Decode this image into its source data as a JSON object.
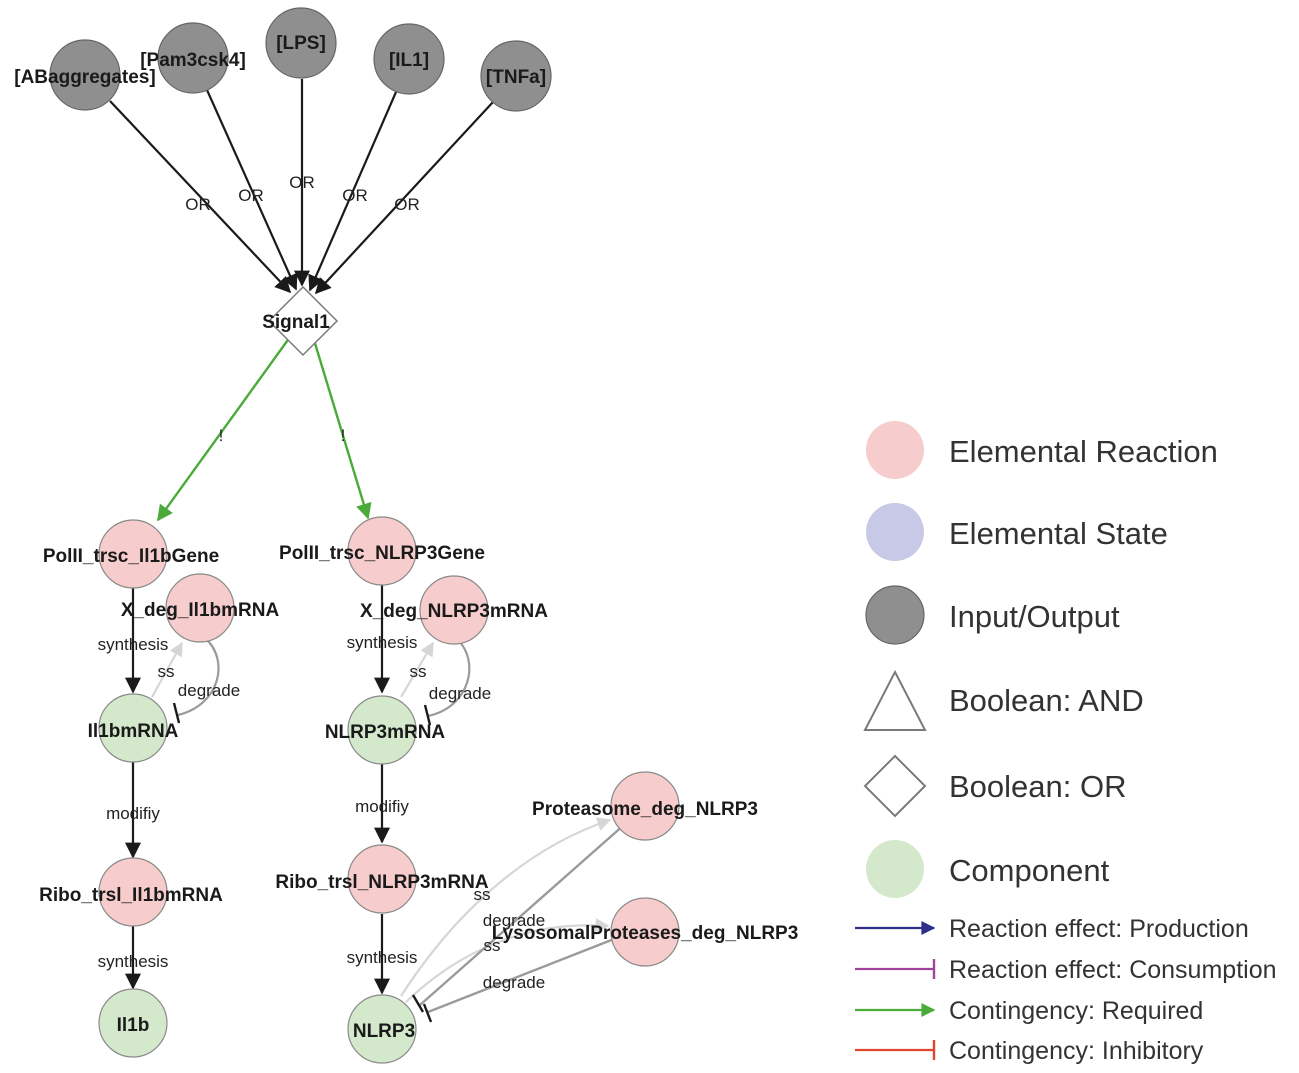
{
  "colors": {
    "elemental_reaction": "#f6cccc",
    "elemental_state": "#c8c9e6",
    "input_output": "#8f8f8f",
    "component": "#d4e8cc",
    "edge_black": "#1a1a1a",
    "edge_gray": "#9a9a9a",
    "edge_light_gray": "#d6d6d6",
    "contingency_required": "#4aab3a",
    "contingency_inhibitory": "#e0452e",
    "consumption": "#a0439a",
    "production": "#2e2e8a"
  },
  "nodes": {
    "ab_aggregates": "[ABaggregates]",
    "pam3csk4": "[Pam3csk4]",
    "lps": "[LPS]",
    "il1": "[IL1]",
    "tnfa": "[TNFa]",
    "signal1": "Signal1",
    "polii_trsc_il1bgene": "PolII_trsc_Il1bGene",
    "polii_trsc_nlrp3gene": "PolII_trsc_NLRP3Gene",
    "x_deg_il1bmrna": "X_deg_Il1bmRNA",
    "x_deg_nlrp3mrna": "X_deg_NLRP3mRNA",
    "il1bmrna": "Il1bmRNA",
    "nlrp3mrna": "NLRP3mRNA",
    "ribo_trsl_il1bmrna": "Ribo_trsl_Il1bmRNA",
    "ribo_trsl_nlrp3mrna": "Ribo_trsl_NLRP3mRNA",
    "il1b": "Il1b",
    "nlrp3": "NLRP3",
    "proteasome_deg_nlrp3": "Proteasome_deg_NLRP3",
    "lysosomalproteases_deg_nlrp3": "LysosomalProteases_deg_NLRP3"
  },
  "edge_labels": {
    "or_1": "OR",
    "or_2": "OR",
    "or_3": "OR",
    "or_4": "OR",
    "or_5": "OR",
    "required_1": "!",
    "required_2": "!",
    "synthesis_il1bmrna": "synthesis",
    "ss_il1b": "ss",
    "degrade_il1b": "degrade",
    "modifiy_il1b": "modifiy",
    "synthesis_il1b": "synthesis",
    "synthesis_nlrp3mrna": "synthesis",
    "ss_nlrp3": "ss",
    "degrade_nlrp3": "degrade",
    "modifiy_nlrp3": "modifiy",
    "synthesis_nlrp3": "synthesis",
    "ss_proteasome": "ss",
    "degrade_proteasome": "degrade",
    "ss_lysosomal": "ss",
    "degrade_lysosomal": "degrade"
  },
  "legend": {
    "elemental_reaction": "Elemental Reaction",
    "elemental_state": "Elemental State",
    "input_output": "Input/Output",
    "boolean_and": "Boolean: AND",
    "boolean_or": "Boolean: OR",
    "component": "Component",
    "reaction_production": "Reaction effect: Production",
    "reaction_consumption": "Reaction effect: Consumption",
    "contingency_required": "Contingency: Required",
    "contingency_inhibitory": "Contingency: Inhibitory"
  }
}
